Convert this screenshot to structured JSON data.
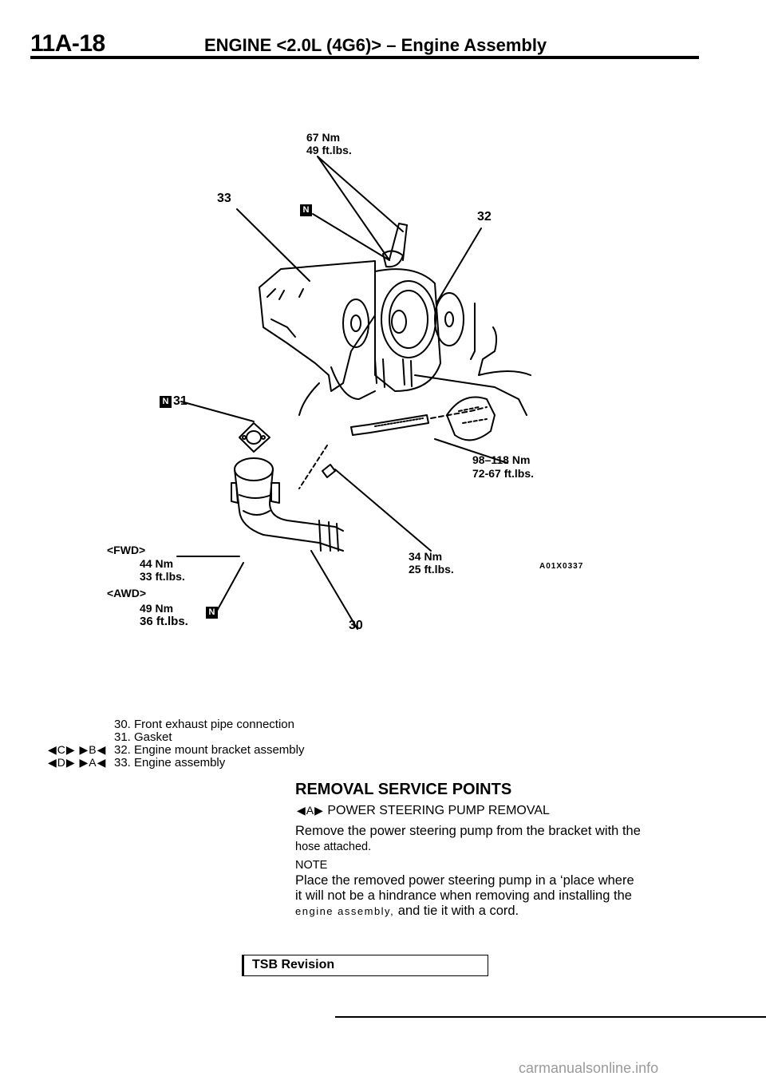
{
  "header": {
    "page_number": "11A-18",
    "title": "ENGINE <2.0L (4G6)> – Engine Assembly"
  },
  "diagram": {
    "figure_code": "A01X0337",
    "parts": {
      "p30": "30",
      "p31": "31",
      "p32": "32",
      "p33": "33"
    },
    "badge_letter": "N",
    "torques": {
      "t1": {
        "nm": "67 Nm",
        "ft": "49 ft.lbs."
      },
      "t2": {
        "nm": "98–118 Nm",
        "ft": "72-67 ft.lbs."
      },
      "t3": {
        "nm": "34 Nm",
        "ft": "25 ft.lbs."
      },
      "fwd": {
        "label": "<FWD>",
        "nm": "44 Nm",
        "ft": "33 ft.lbs."
      },
      "awd": {
        "label": "<AWD>",
        "nm": "49 Nm",
        "ft": "36 ft.lbs."
      }
    }
  },
  "legend": [
    {
      "marks": "",
      "text": "30. Front exhaust pipe connection"
    },
    {
      "marks": "",
      "text": "31. Gasket"
    },
    {
      "marks": "◀C▶ ▶B◀",
      "text": "32. Engine mount bracket assembly"
    },
    {
      "marks": "◀D▶ ▶A◀",
      "text": "33. Engine assembly"
    }
  ],
  "section": {
    "title": "REMOVAL SERVICE POINTS",
    "sub_marker": "◀A▶",
    "sub_title": "POWER STEERING PUMP REMOVAL",
    "para1_a": "Remove the power steering pump from the bracket with the",
    "para1_b": "hose attached.",
    "note_label": "NOTE",
    "para2_a": "Place the removed power steering pump in a ‘place where",
    "para2_b": "it will not be a hindrance when removing and installing the",
    "para2_c_small": "engine assembly,",
    "para2_c_rest": " and tie it with a cord."
  },
  "tsb_label": "TSB Revision",
  "footer": "carmanualsonline.info"
}
